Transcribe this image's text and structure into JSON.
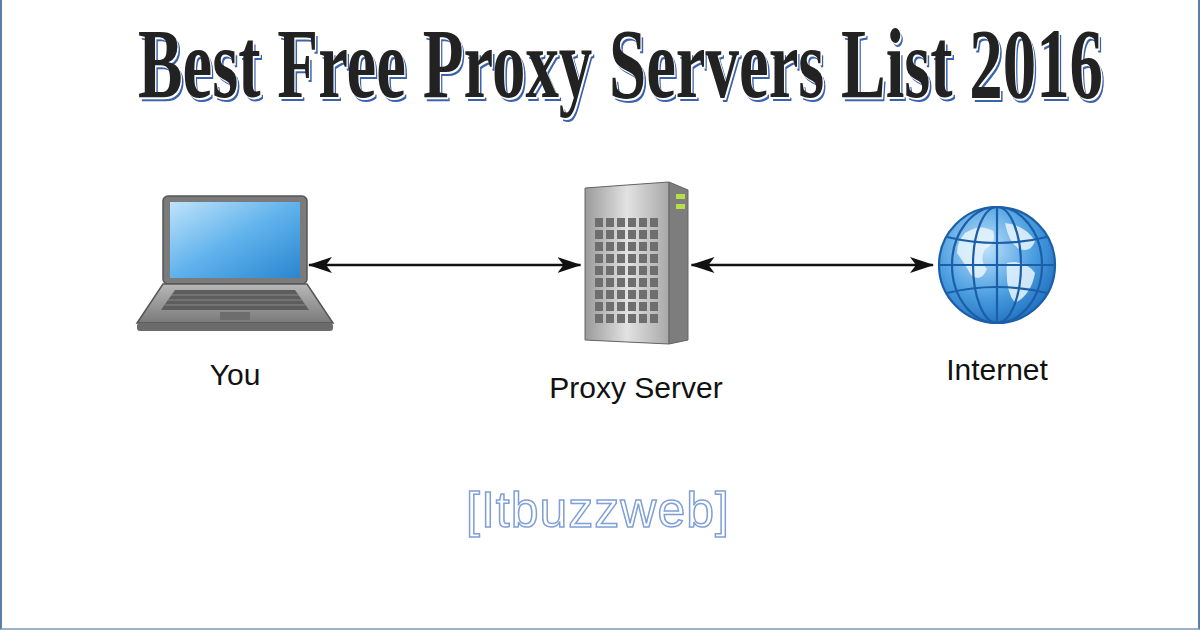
{
  "diagram": {
    "title": "Best Free Proxy Servers List 2016",
    "nodes": [
      {
        "text": [
          "You"
        ]
      },
      {
        "text": [
          "Proxy Server"
        ]
      },
      {
        "text": [
          "Internet"
        ]
      }
    ],
    "edges": [
      {
        "from": 0,
        "to": 1,
        "arrow": "both"
      },
      {
        "from": 1,
        "to": 2,
        "arrow": "both"
      }
    ],
    "labels": [
      "[Itbuzzweb]"
    ]
  }
}
